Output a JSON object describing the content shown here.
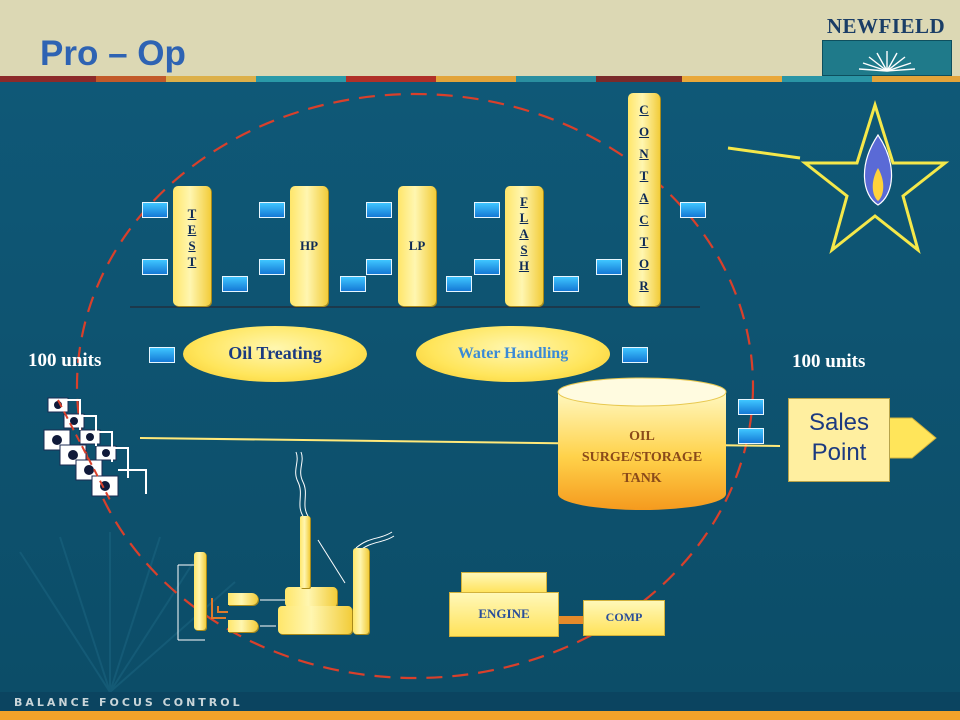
{
  "header": {
    "title": "Pro – Op",
    "logo": "NEWFIELD"
  },
  "footer": {
    "tagline": "BALANCE FOCUS CONTROL"
  },
  "vessels": {
    "test": {
      "label": "TEST",
      "letters": [
        "T",
        "E",
        "S",
        "T"
      ]
    },
    "hp": {
      "label": "HP"
    },
    "lp": {
      "label": "LP"
    },
    "flash": {
      "label": "FLASH",
      "letters": [
        "F",
        "L",
        "A",
        "S",
        "H"
      ]
    },
    "contactor": {
      "label": "CONTACTOR",
      "letters": [
        "C",
        "O",
        "N",
        "T",
        "A",
        "C",
        "T",
        "O",
        "R"
      ]
    }
  },
  "processes": {
    "oil_treating": "Oil Treating",
    "water_handling": "Water Handling"
  },
  "flow": {
    "inlet_units": "100 units",
    "outlet_units": "100 units"
  },
  "tank": {
    "line1": "OIL",
    "line2": "SURGE/STORAGE",
    "line3": "TANK"
  },
  "sales_point": {
    "line1": "Sales",
    "line2": "Point"
  },
  "compression": {
    "engine": "ENGINE",
    "comp": "COMP"
  },
  "colors": {
    "accent": "#f2a22a",
    "title": "#2e63b3",
    "vessel": "#ffe55a",
    "flow_arrow": "#1a90ff",
    "boundary": "#d9402b",
    "background": "#0d4f6c"
  }
}
